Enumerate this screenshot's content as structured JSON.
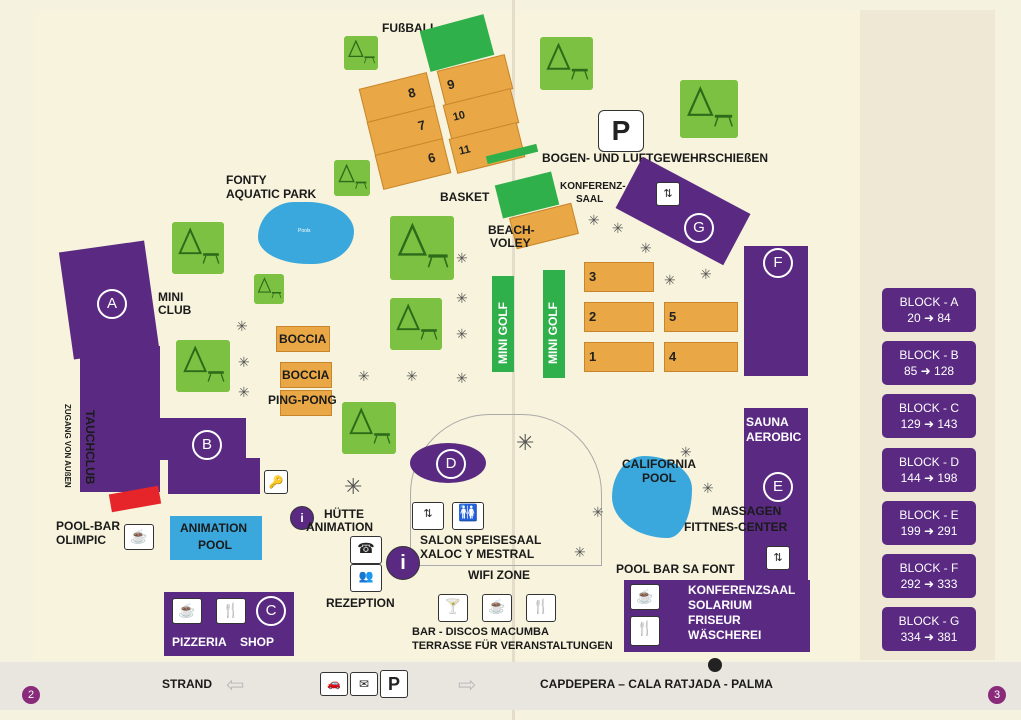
{
  "colors": {
    "block": "#5a2a82",
    "court": "#e9a845",
    "field": "#2fb04a",
    "park": "#7dc142",
    "pool": "#3aa8dd",
    "accent": "#e5252a"
  },
  "labels": {
    "fussball": "FUßBALL",
    "fonty": "FONTY",
    "aquatic_park": "AQUATIC PARK",
    "pool_small": "Pools",
    "mini": "MINI",
    "club": "CLUB",
    "basket": "BASKET",
    "bogen": "BOGEN- UND LUFTGEWEHRSCHIEßEN",
    "konferenz": "KONFERENZ-",
    "saal": "SAAL",
    "beach": "BEACH-",
    "voley": "VOLEY",
    "mini_golf_1": "MINI GOLF",
    "mini_golf_2": "MINI GOLF",
    "boccia_1": "BOCCIA",
    "boccia_2": "BOCCIA",
    "ping_pong": "PING-PONG",
    "tauchclub": "TAUCHCLUB",
    "zugang": "ZUGANG VON AUßEN",
    "pool_bar": "POOL-BAR",
    "olimpic": "OLIMPIC",
    "animation_pool_1": "ANIMATION",
    "animation_pool_2": "POOL",
    "huette": "HÜTTE",
    "animation": "ANIMATION",
    "salon_1": "SALON SPEISESAAL",
    "salon_2": "XALOC Y MESTRAL",
    "wifi": "WIFI ZONE",
    "rezeption": "REZEPTION",
    "bar": "BAR - DISCOS MACUMBA",
    "terrasse": "TERRASSE FÜR VERANSTALTUNGEN",
    "pizzeria": "PIZZERIA",
    "shop": "SHOP",
    "california_1": "CALIFORNIA",
    "california_2": "POOL",
    "sauna": "SAUNA",
    "aerobic": "AEROBIC",
    "massagen": "MASSAGEN",
    "fittnes": "FITTNES-CENTER",
    "pool_bar_sa_font": "POOL BAR SA FONT",
    "konferenzsaal": "KONFERENZSAAL",
    "solarium": "SOLARIUM",
    "friseur": "FRISEUR",
    "waescherei": "WÄSCHEREI",
    "strand": "STRAND",
    "capdepera": "CAPDEPERA – CALA RATJADA - PALMA",
    "parking": "P",
    "info": "i"
  },
  "blocks": {
    "a": "A",
    "b": "B",
    "c": "C",
    "d": "D",
    "e": "E",
    "f": "F",
    "g": "G"
  },
  "courts": {
    "c1": "1",
    "c2": "2",
    "c3": "3",
    "c4": "4",
    "c5": "5",
    "c6": "6",
    "c7": "7",
    "c8": "8",
    "c9": "9",
    "c10": "10",
    "c11": "11"
  },
  "legend": [
    {
      "name": "BLOCK - A",
      "range": "20 ➜ 84"
    },
    {
      "name": "BLOCK - B",
      "range": "85 ➜ 128"
    },
    {
      "name": "BLOCK - C",
      "range": "129 ➜ 143"
    },
    {
      "name": "BLOCK - D",
      "range": "144 ➜ 198"
    },
    {
      "name": "BLOCK - E",
      "range": "199 ➜ 291"
    },
    {
      "name": "BLOCK - F",
      "range": "292 ➜ 333"
    },
    {
      "name": "BLOCK - G",
      "range": "334 ➜ 381"
    }
  ],
  "pages": {
    "left": "2",
    "right": "3"
  },
  "icons": [
    "tree-picnic-icon",
    "palm-icon",
    "coffee-cup-icon",
    "cutlery-icon",
    "phone-icon",
    "info-icon",
    "elevator-icon",
    "restroom-icon",
    "cocktail-icon",
    "parking-icon",
    "car-icon",
    "mail-icon",
    "arrow-left-icon",
    "arrow-right-icon",
    "key-icon"
  ]
}
